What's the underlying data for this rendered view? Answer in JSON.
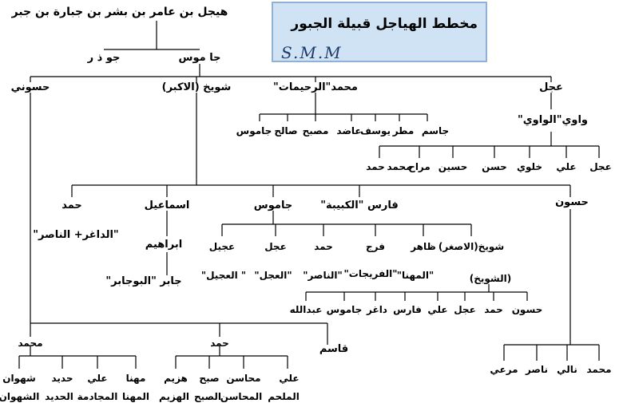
{
  "title": "مخطط الهياجل  قبيلة الجبور",
  "signature": "S.M.M",
  "root": "هيجل بن عامر بن بشر بن جبارة بن جبر",
  "gen1": {
    "jamous": "جا موس",
    "jawthar": "جو ذ ر"
  },
  "gen2": {
    "ajal": "عجل",
    "mohammad": "محمد\"الرحيمات\"",
    "shwaikh": "شويخ (الاكبر)",
    "hasouni": "حسوني"
  },
  "rahimat_children": [
    "جاسم",
    "مطر",
    "يوسف",
    "عاضد",
    "مصبح",
    "صالح",
    "جاموس"
  ],
  "ajal_son": "واوي\"الواوي\"",
  "wawi_children": [
    "عجل",
    "علي",
    "خلوي",
    "حسن",
    "حسين",
    "مراح",
    "محمد",
    "حمد"
  ],
  "shwaikh_children": {
    "hassoun": "حسون",
    "fares": "فارس \"الكبيبة\"",
    "jamous": "جاموس",
    "ismail": "اسماعيل",
    "hamad": "حمد"
  },
  "hamad_note": "\"الداغر+ الناصر\"",
  "ismail_line": {
    "ibrahim": "ابراهيم",
    "jaber": "جابر \"البوجابر\""
  },
  "jamous_children": [
    "شويخ(الاصغر)",
    "ظاهر",
    "فرج",
    "حمد",
    "عجل",
    "عجيل"
  ],
  "jamous_clans": [
    "(الشويخ)",
    "\"المهنا\"",
    "\"الفريجات\"",
    "\"الناصر\"",
    "\"العجل\"",
    "\" العجيل\""
  ],
  "shwaikh_small_children": [
    "حسون",
    "حمد",
    "عجل",
    "علي",
    "فارس",
    "داغر",
    "جاموس",
    "عبدالله"
  ],
  "hassoun_children": [
    "محمد",
    "نالي",
    "ناصر",
    "مرعي"
  ],
  "hasouni_children": {
    "mohammad": "محمد",
    "hamad": "حمد",
    "qasim": "قاسم"
  },
  "hasouni_mohammad_children": [
    "مهنا",
    "علي",
    "حديد",
    "شهوان"
  ],
  "hasouni_mohammad_clans": [
    "المهنا",
    "المجادمة",
    "الحديد",
    "الشهوان"
  ],
  "hasouni_hamad_children": [
    "علي",
    "محاسن",
    "صبح",
    "هزيم"
  ],
  "hasouni_hamad_clans": [
    "الملحم",
    "المحاسن",
    "الصبح",
    "الهزيم"
  ]
}
